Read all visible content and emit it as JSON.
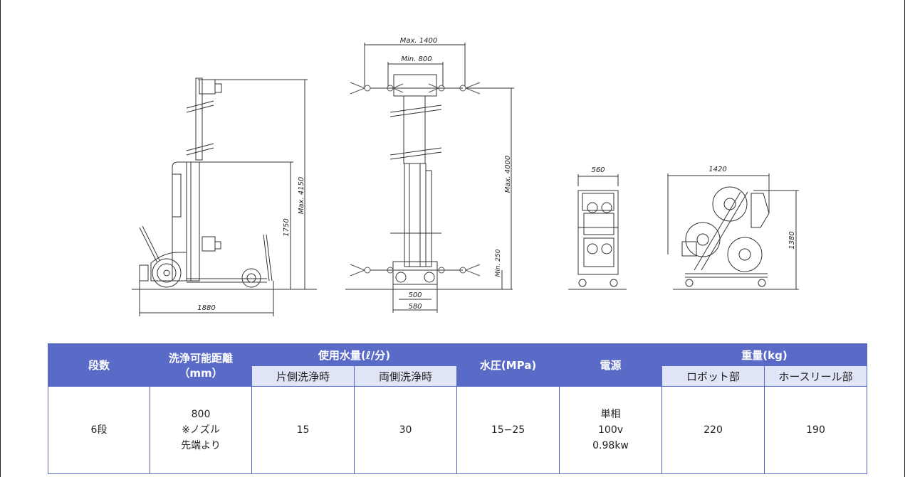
{
  "dimensions": {
    "side_view": {
      "height_max": "Max. 4150",
      "height_arm": "1750",
      "length": "1880"
    },
    "front_view": {
      "width_max": "Max. 1400",
      "width_min": "Min. 800",
      "height_max": "Max. 4000",
      "nozzle_min": "Min. 250",
      "base_inner": "500",
      "base_outer": "580"
    },
    "reel_front": {
      "width": "560"
    },
    "reel_side": {
      "width": "1420",
      "height": "1380"
    }
  },
  "table": {
    "headers": {
      "stages": "段数",
      "distance_l1": "洗浄可能距離",
      "distance_l2": "（mm）",
      "water": "使用水量(ℓ/分)",
      "water_single": "片側洗浄時",
      "water_both": "両側洗浄時",
      "pressure": "水圧(MPa)",
      "power": "電源",
      "weight": "重量(kg)",
      "weight_robot": "ロボット部",
      "weight_reel": "ホースリール部"
    },
    "row": {
      "stages": "6段",
      "distance_l1": "800",
      "distance_l2": "※ノズル",
      "distance_l3": "先端より",
      "water_single": "15",
      "water_both": "30",
      "pressure": "15−25",
      "power_l1": "単相",
      "power_l2": "100v",
      "power_l3": "0.98kw",
      "weight_robot": "220",
      "weight_reel": "190"
    }
  }
}
